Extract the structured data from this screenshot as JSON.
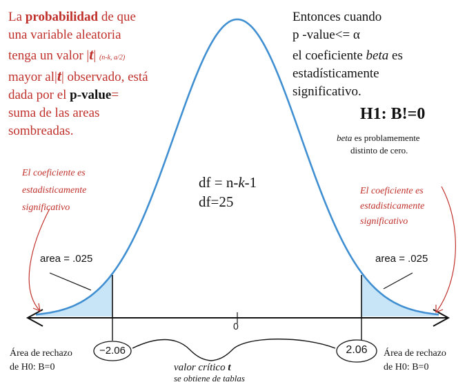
{
  "colors": {
    "curve": "#3f8fd2",
    "shade": "#c8e4f7",
    "accent_red": "#c0302b",
    "text": "#111111"
  },
  "left_text": {
    "l1_a": "La",
    "l1_b": "probabilidad",
    "l1_c": "de que",
    "l2": "una variable aleatoria",
    "l3_a": "tenga un valor |",
    "l3_t": "t",
    "l3_b": "|",
    "l3_sub": "(n-k, a/2)",
    "l4_a": "mayor al|",
    "l4_t": "t",
    "l4_b": "| observado, está",
    "l5_a": "dada por  el",
    "l5_b": "p-value",
    "l5_c": "=",
    "l6": "suma de las areas",
    "l7": "sombreadas."
  },
  "right_text": {
    "l1": "Entonces cuando",
    "l2": "p -value<= α",
    "l3_a": "el coeficiente",
    "l3_b": "beta",
    "l3_c": "es",
    "l4": "estadísticamente",
    "l5": "significativo."
  },
  "hypothesis": {
    "title": "H1: B!=0",
    "note_a": "beta",
    "note_b": "es problamemente",
    "note_c": "distinto de cero."
  },
  "side_notes": {
    "left": [
      "El coeficiente es",
      "estadisticamente",
      "significativo"
    ],
    "right": [
      "El coeficiente es",
      "estadisticamente",
      "significativo"
    ]
  },
  "df": {
    "line1_a": "df = n-",
    "line1_k": "k",
    "line1_b": "-1",
    "line2": "df=25"
  },
  "areas": {
    "left": "area = .025",
    "right": "area = .025"
  },
  "axis": {
    "zero": "0",
    "left_crit": "−2.06",
    "right_crit": "2.06"
  },
  "rejection": {
    "left": [
      "Área de rechazo",
      "de H0: B=0"
    ],
    "right": [
      "Área de rechazo",
      "de H0: B=0"
    ]
  },
  "critical": {
    "line1_a": "valor crítico",
    "line1_t": "t",
    "line2": "se obtiene de tablas"
  }
}
